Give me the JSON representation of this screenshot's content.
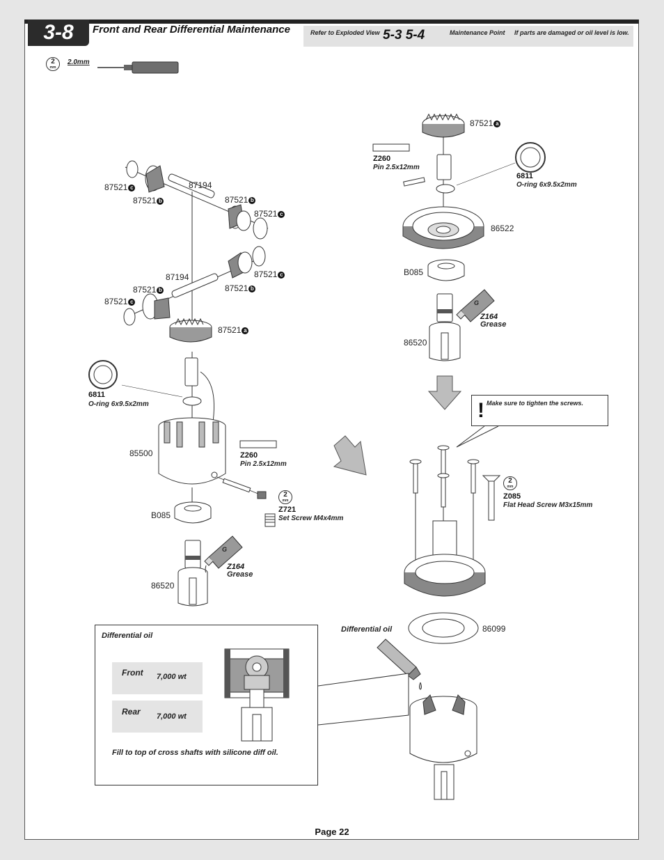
{
  "header": {
    "step_number": "3-8",
    "title": "Front and Rear Differential Maintenance",
    "refer_label": "Refer to Exploded View",
    "refer_steps": "5-3 5-4",
    "maintenance_label": "Maintenance Point",
    "maintenance_note": "If parts are damaged or oil level is low."
  },
  "tool": {
    "size_number": "2",
    "size_unit": "mm",
    "label": "2.0mm"
  },
  "left_assembly": {
    "parts": {
      "gear_c_top_left": "87521",
      "gear_b_top_left": "87521",
      "shaft_top": "87194",
      "gear_b_top_right": "87521",
      "gear_c_top_right": "87521",
      "shaft_mid": "87194",
      "gear_b_mid_left": "87521",
      "gear_c_mid_left": "87521",
      "gear_c_mid_right": "87521",
      "gear_b_mid_right": "87521",
      "gear_a": "87521",
      "case": "85500",
      "bearing": "B085",
      "outdrive": "86520"
    },
    "oring": {
      "code": "6811",
      "desc": "O-ring 6x9.5x2mm"
    },
    "pin": {
      "code": "Z260",
      "desc": "Pin 2.5x12mm"
    },
    "set_screw": {
      "code": "Z721",
      "desc": "Set Screw M4x4mm",
      "tool_number": "2",
      "tool_unit": "mm"
    },
    "grease": {
      "code": "Z164",
      "desc": "Grease",
      "letter": "G"
    }
  },
  "right_assembly": {
    "parts": {
      "gear_a": "87521",
      "ring_gear": "86522",
      "bearing": "B085",
      "outdrive": "86520",
      "gasket": "86099"
    },
    "oring": {
      "code": "6811",
      "desc": "O-ring 6x9.5x2mm"
    },
    "pin": {
      "code": "Z260",
      "desc": "Pin 2.5x12mm"
    },
    "grease": {
      "code": "Z164",
      "desc": "Grease",
      "letter": "G"
    },
    "screw": {
      "code": "Z085",
      "desc": "Flat Head Screw M3x15mm",
      "tool_number": "2",
      "tool_unit": "mm"
    },
    "warning": "Make sure to tighten the screws.",
    "oil_label": "Differential oil"
  },
  "letters": {
    "a": "a",
    "b": "b",
    "c": "c"
  },
  "oil_table": {
    "title": "Differential oil",
    "rows": [
      {
        "position": "Front",
        "value": "7,000 wt"
      },
      {
        "position": "Rear",
        "value": "7,000 wt"
      }
    ],
    "note": "Fill to top of cross shafts with silicone diff oil."
  },
  "footer": {
    "page": "Page 22"
  },
  "colors": {
    "badge": "#2b2b2b",
    "refbar": "#e2e2e2",
    "cell": "#e4e4e4",
    "arrow": "#bdbdbd"
  }
}
